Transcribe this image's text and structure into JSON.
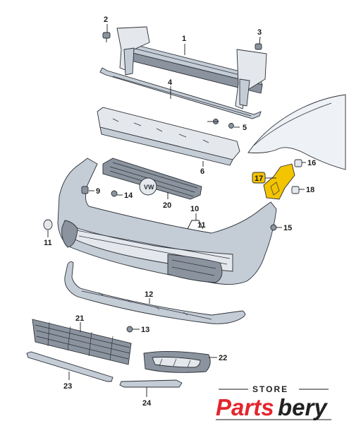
{
  "callouts": {
    "p1": "1",
    "p2": "2",
    "p3": "3",
    "p4": "4",
    "p5": "5",
    "p6": "6",
    "p9": "9",
    "p10": "10",
    "p11a": "11",
    "p11b": "11",
    "p12": "12",
    "p13": "13",
    "p14": "14",
    "p15": "15",
    "p16": "16",
    "p17": "17",
    "p18": "18",
    "p20": "20",
    "p21": "21",
    "p22": "22",
    "p23": "23",
    "p24": "24"
  },
  "highlight_color": "#f3c400",
  "brand": {
    "store": "STORE",
    "parts": "Parts",
    "bery": "bery",
    "parts_color": "#e3262e",
    "bery_color": "#222222"
  }
}
